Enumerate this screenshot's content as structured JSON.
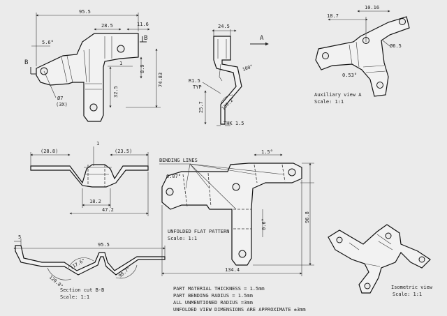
{
  "front": {
    "dims": {
      "d95_5": "95.5",
      "d28_5": "28.5",
      "d11_6": "11.6",
      "d5_6": "5.6°",
      "d1": "1",
      "d8_9": "8.9",
      "d32_5": "32.5",
      "d74_83": "74.83",
      "d7": "Ø7",
      "d3x": "(3X)"
    },
    "section_mark": "B"
  },
  "side": {
    "d24_5": "24.5",
    "d100": "100°",
    "r1_5": "R1.5",
    "typ": "TYP",
    "d25_7": "25.7",
    "d130_2": "130.2°",
    "thk": "THK 1.5",
    "view_arrow": "A"
  },
  "aux": {
    "d18_7": "18.7",
    "d10_16": "10.16",
    "d6_5": "Ø6.5",
    "d0_53": "0.53°",
    "title": "Auxiliary view A",
    "scale": "Scale: 1:1"
  },
  "top": {
    "d28_8": "(28.8)",
    "d23_5": "(23.5)",
    "d1": "1",
    "d18_2": "18.2",
    "d47_2": "47.2"
  },
  "section": {
    "d5": "5",
    "d95_5": "95.5",
    "d117_6": "117.6°",
    "d120_8": "120.8°",
    "d98_7": "98.7°",
    "title": "Section cut B-B",
    "scale": "Scale: 1:1"
  },
  "flat": {
    "bending": "BENDING LINES",
    "d6_07": "6.07°",
    "d1_5": "1.5°",
    "d0_6": "0.6°",
    "d96_8": "96.8",
    "d134_4": "134.4",
    "title": "UNFOLDED FLAT PATTERN",
    "scale": "Scale: 1:1"
  },
  "iso": {
    "title": "Isometric view",
    "scale": "Scale: 1:1"
  },
  "notes": [
    "PART MATERIAL THICKNESS = 1.5mm",
    "PART BENDING RADIUS = 1.5mm",
    "ALL UNMENTIONED RADIUS =3mm",
    "UNFOLDED VIEW DIMENSIONS ARE APPROXIMATE ±3mm"
  ]
}
